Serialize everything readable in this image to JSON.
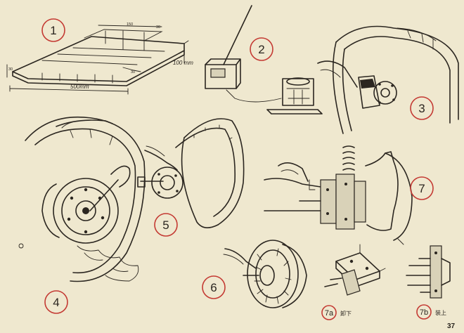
{
  "steps": [
    {
      "number": "1"
    },
    {
      "number": "2"
    },
    {
      "number": "3"
    },
    {
      "number": "4"
    },
    {
      "number": "5"
    },
    {
      "number": "6"
    },
    {
      "number": "7"
    },
    {
      "number": "7a",
      "caption": "卸下"
    },
    {
      "number": "7b",
      "caption": "装上"
    }
  ],
  "ramp_dimensions": {
    "length": "500mm",
    "height": "100 mm",
    "top_width": "150",
    "top_small_a": "30",
    "end_height": "30",
    "step": "30"
  },
  "page_number": "37",
  "colors": {
    "paper": "#efe8cf",
    "ink": "#2b2620",
    "callout_circle": "#c43a33"
  }
}
